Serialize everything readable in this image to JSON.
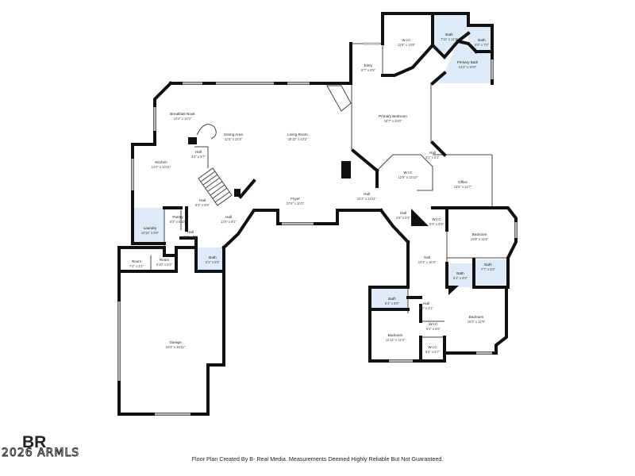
{
  "brand": {
    "logo_text": "BR",
    "copyright": "2026 ARMLS"
  },
  "footer_note": "Floor Plan Created By B- Real Media. Measurements Deemed Highly Reliable But Not Guaranteed.",
  "rooms": {
    "wic_top": {
      "name": "W.I.C",
      "dims": "11'8\" x 13'9\""
    },
    "bath_top": {
      "name": "Bath",
      "dims": "7'11\" x 11'3\""
    },
    "bath_small_top": {
      "name": "Bath",
      "dims": "6'0\" x 7'0\""
    },
    "primary_bath": {
      "name": "Primary Bath",
      "dims": "14'2\" x 10'0\""
    },
    "entry": {
      "name": "Entry",
      "dims": "9'7\" x 9'5\""
    },
    "primary_bedroom": {
      "name": "Primary Bedroom",
      "dims": "18'7\" x 20'0\""
    },
    "breakfast_nook": {
      "name": "Breakfast Nook",
      "dims": "12'2\" x 14'4\""
    },
    "dining_area": {
      "name": "Dining Area",
      "dims": "11'5\" x 22'3\""
    },
    "living_room": {
      "name": "Living Room",
      "dims": "25'10\" x 22'2\""
    },
    "hall_kitchen": {
      "name": "Hall",
      "dims": "4'4\" x 5'7\""
    },
    "kitchen": {
      "name": "Kitchen",
      "dims": "14'0\" x 13'11\""
    },
    "hall_office": {
      "name": "Hall",
      "dims": "3'1\" x 5'1\""
    },
    "wic_mid": {
      "name": "W.I.C",
      "dims": "12'9\" x 12'10\""
    },
    "office": {
      "name": "Office",
      "dims": "13'5\" x 12'7\""
    },
    "hall_left": {
      "name": "Hall",
      "dims": "8'3\" x 3'6\""
    },
    "hall_left2": {
      "name": "Hall",
      "dims": "11'5\" x 8'1\""
    },
    "foyer": {
      "name": "Foyer",
      "dims": "27'8\" x 10'1\""
    },
    "hall_center": {
      "name": "Hall",
      "dims": "10'2\" x 13'11\""
    },
    "hall_east": {
      "name": "Hall",
      "dims": "4'6\" x 5'4\""
    },
    "wic_east": {
      "name": "W.I.C",
      "dims": "5'3\" x 4'9\""
    },
    "pantry": {
      "name": "Pantry",
      "dims": "6'2\" x 6'10\""
    },
    "laundry": {
      "name": "Laundry",
      "dims": "10'11\" x 9'5\""
    },
    "hall_pantry": {
      "name": "Hall",
      "dims": "9'1\" x 4'5\""
    },
    "bedroom_ne": {
      "name": "Bedroom",
      "dims": "15'8\" x 11'6\""
    },
    "room_a": {
      "name": "Room",
      "dims": "7'4\" x 3'2\""
    },
    "room_b": {
      "name": "Room",
      "dims": "5'10\" x 5'4\""
    },
    "bath_garage": {
      "name": "Bath",
      "dims": "6'1\" x 5'6\""
    },
    "hall_wing": {
      "name": "Hall",
      "dims": "10'4\" x 16'4\""
    },
    "bath_wing_r": {
      "name": "Bath",
      "dims": "7'7\" x 6'0\""
    },
    "bath_wing_c": {
      "name": "Bath",
      "dims": "6'1\" x 6'0\""
    },
    "bath_wing_l": {
      "name": "Bath",
      "dims": "8'4\" x 5'0\""
    },
    "hall_wing2": {
      "name": "Hall",
      "dims": "5'0\" x 3'1\""
    },
    "bedroom_se": {
      "name": "Bedroom",
      "dims": "16'0\" x 14'9\""
    },
    "wic_s1": {
      "name": "W.I.C",
      "dims": "5'4\" x 6'5\""
    },
    "bedroom_sw": {
      "name": "Bedroom",
      "dims": "12'11\" x 12'4\""
    },
    "wic_s2": {
      "name": "W.I.C",
      "dims": "5'4\" x 5'7\""
    },
    "garage": {
      "name": "Garage",
      "dims": "24'3\" x 38'11\""
    }
  }
}
